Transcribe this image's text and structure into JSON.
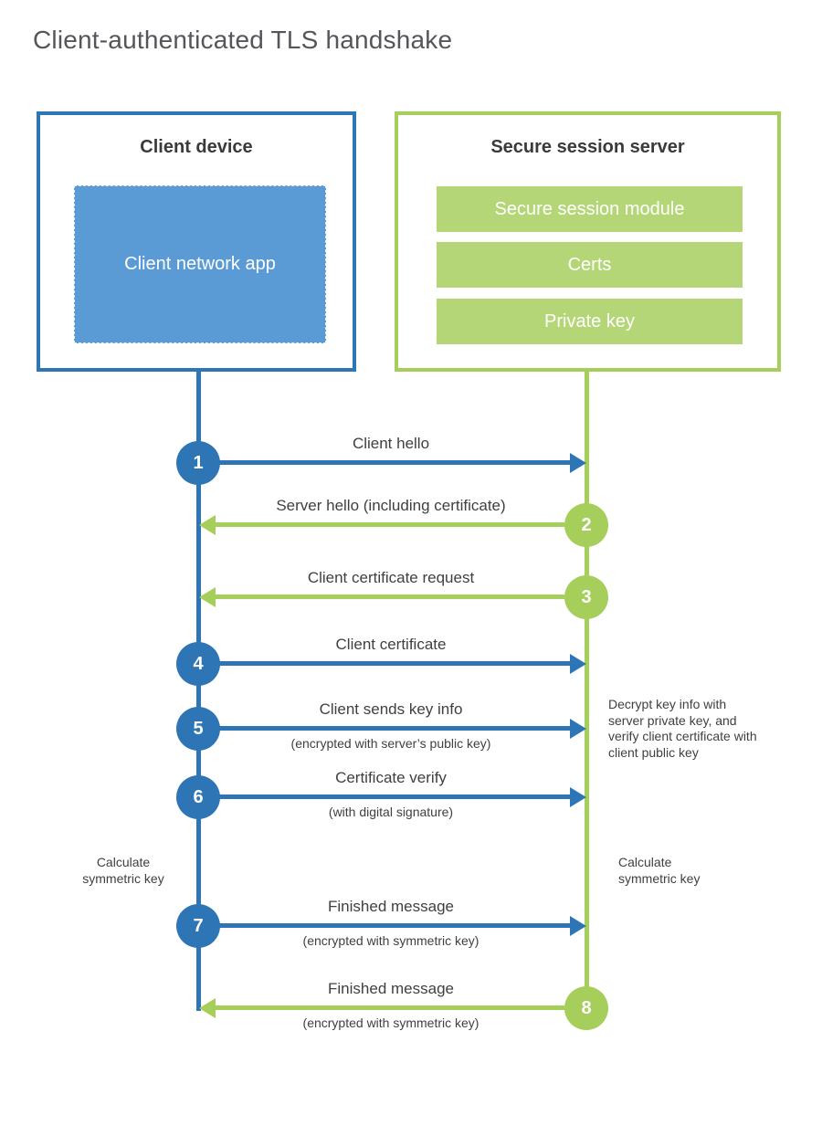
{
  "page": {
    "title": "Client-authenticated TLS handshake"
  },
  "colors": {
    "blue": "#2e75b5",
    "light_blue_fill": "#5b9bd5",
    "green": "#a5ce5a",
    "light_green_fill": "#b5d676",
    "text": "#3f4043",
    "title_text": "#54565a"
  },
  "client_box": {
    "title": "Client device",
    "app_label": "Client network app"
  },
  "server_box": {
    "title": "Secure session server",
    "modules": [
      "Secure session module",
      "Certs",
      "Private key"
    ]
  },
  "messages": [
    {
      "step": "1",
      "from": "client",
      "label": "Client hello",
      "subtitle": ""
    },
    {
      "step": "2",
      "from": "server",
      "label": "Server hello (including certificate)",
      "subtitle": ""
    },
    {
      "step": "3",
      "from": "server",
      "label": "Client certificate request",
      "subtitle": ""
    },
    {
      "step": "4",
      "from": "client",
      "label": "Client certificate",
      "subtitle": ""
    },
    {
      "step": "5",
      "from": "client",
      "label": "Client sends key info",
      "subtitle": "(encrypted with server’s public key)"
    },
    {
      "step": "6",
      "from": "client",
      "label": "Certificate verify",
      "subtitle": "(with digital signature)"
    },
    {
      "step": "7",
      "from": "client",
      "label": "Finished message",
      "subtitle": "(encrypted with symmetric key)"
    },
    {
      "step": "8",
      "from": "server",
      "label": "Finished message",
      "subtitle": "(encrypted with symmetric key)"
    }
  ],
  "annotations": {
    "server_note": "Decrypt key info with server private key, and verify client certificate with client public key",
    "client_calculate": "Calculate symmetric key",
    "server_calculate": "Calculate symmetric key"
  }
}
